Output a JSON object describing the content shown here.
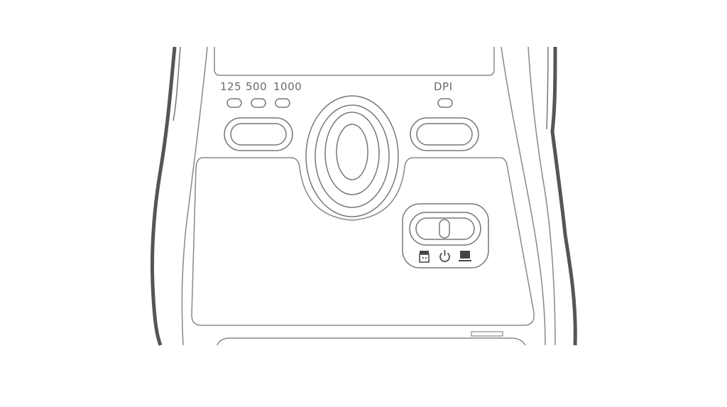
{
  "polling_rate": {
    "options": [
      "125",
      "500",
      "1000"
    ]
  },
  "dpi": {
    "label": "DPI"
  },
  "mode_switch": {
    "icons": [
      "usb-dongle-icon",
      "power-icon",
      "wired-mode-icon"
    ]
  },
  "colors": {
    "outline": "#4a4a4a",
    "label": "#6a6a6a",
    "background": "#ffffff"
  }
}
